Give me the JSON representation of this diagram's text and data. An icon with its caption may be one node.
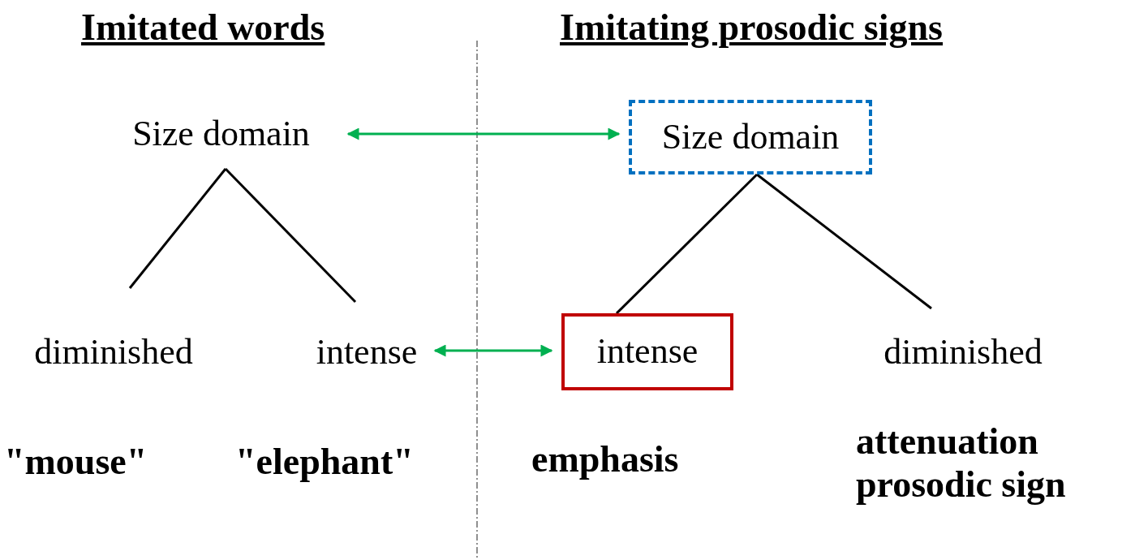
{
  "diagram": {
    "nodes": [
      {
        "text": [
          "Size domain"
        ]
      },
      {
        "text": [
          "Size domain"
        ]
      },
      {
        "text": [
          "diminished"
        ]
      },
      {
        "text": [
          "intense"
        ]
      },
      {
        "text": [
          "intense"
        ]
      },
      {
        "text": [
          "diminished"
        ]
      }
    ],
    "edges": [
      {
        "from": 0,
        "to": 1,
        "arrow": "both",
        "color": "#00b050"
      },
      {
        "from": 0,
        "to": 2,
        "arrow": "none"
      },
      {
        "from": 0,
        "to": 3,
        "arrow": "none"
      },
      {
        "from": 1,
        "to": 4,
        "arrow": "none"
      },
      {
        "from": 1,
        "to": 5,
        "arrow": "none"
      },
      {
        "from": 3,
        "to": 4,
        "arrow": "both",
        "color": "#00b050"
      }
    ],
    "labels": [
      "Imitated words",
      "Imitating prosodic signs",
      "\"mouse\"",
      "\"elephant\"",
      "emphasis",
      "attenuation prosodic sign"
    ]
  }
}
